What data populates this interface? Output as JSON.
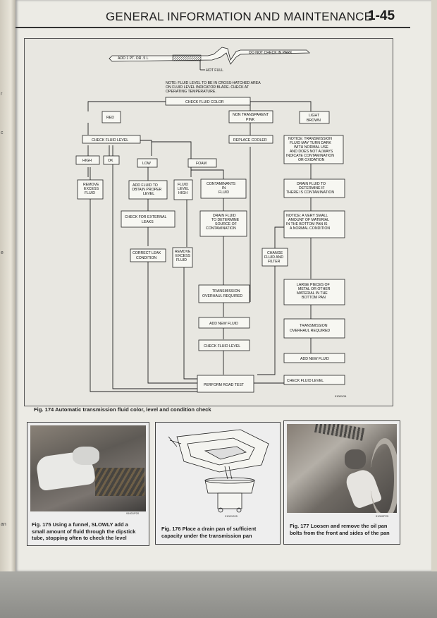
{
  "header": {
    "title": "GENERAL INFORMATION AND MAINTENANCE",
    "page_number": "1-45"
  },
  "dipstick": {
    "label_left": "ADD 1 PT. OR .5 L",
    "label_right": "DO NOT CHECK IN PARK",
    "hot_full": "HOT FULL"
  },
  "note": [
    "NOTE: FLUID LEVEL TO BE IN CROSS-HATCHED AREA",
    "ON FLUID LEVEL INDICATOR BLADE. CHECK AT",
    "OPERATING TEMPERATURE."
  ],
  "flow": {
    "check_color": "CHECK FLUID COLOR",
    "red": "RED",
    "non_transparent_pink": [
      "NON TRANSPARENT",
      "PINK"
    ],
    "light_brown": [
      "LIGHT",
      "BROWN"
    ],
    "check_level_top": "CHECK FLUID LEVEL",
    "replace_cooler": "REPLACE COOLER",
    "notice_darken": [
      "NOTICE: TRANSMISSION",
      "FLUID MAY TURN DARK",
      "WITH NORMAL USE",
      "AND DOES NOT ALWAYS",
      "INDICATE CONTAMINATION",
      "OR OXIDATION"
    ],
    "high": "HIGH",
    "ok": "OK",
    "low": "LOW",
    "foam": "FOAM",
    "remove_excess_1": [
      "REMOVE",
      "EXCESS",
      "FLUID"
    ],
    "add_fluid_proper": [
      "ADD FLUID TO",
      "OBTAIN PROPER",
      "LEVEL"
    ],
    "fluid_level_high": [
      "FLUID",
      "LEVEL",
      "HIGH"
    ],
    "contaminants": [
      "CONTAMINANTS",
      "IN",
      "FLUID"
    ],
    "drain_determine_if": [
      "DRAIN FLUID TO",
      "DETERMINE IF",
      "THERE IS CONTAMINATION"
    ],
    "check_external_leaks": [
      "CHECK FOR EXTERNAL",
      "LEAKS"
    ],
    "drain_determine_source": [
      "DRAIN FLUID",
      "TO DETERMINE",
      "SOURCE OF",
      "CONTAMINATION"
    ],
    "notice_small": [
      "NOTICE: A VERY SMALL",
      "AMOUNT OF MATERIAL",
      "IN THE BOTTOM PAN IS",
      "A NORMAL CONDITION"
    ],
    "correct_leak": [
      "CORRECT LEAK",
      "CONDITION"
    ],
    "remove_excess_2": [
      "REMOVE",
      "EXCESS",
      "FLUID"
    ],
    "change_fluid_filter": [
      "CHANGE",
      "FLUID AND",
      "FILTER"
    ],
    "large_pieces": [
      "LARGE PIECES OF",
      "METAL OR OTHER",
      "MATERIAL IN THE",
      "BOTTOM PAN"
    ],
    "overhaul_1": [
      "TRANSMISSION",
      "OVERHAUL REQUIRED"
    ],
    "overhaul_2": [
      "TRANSMISSION",
      "OVERHAUL REQUIRED"
    ],
    "add_new_fluid_1": "ADD NEW FLUID",
    "check_level_mid": "CHECK FLUID LEVEL",
    "add_new_fluid_2": "ADD NEW FLUID",
    "perform_road_test": "PERFORM ROAD TEST",
    "check_level_right": "CHECK FLUID LEVEL"
  },
  "fig174": {
    "code": "91001G4",
    "caption": "Fig. 174 Automatic transmission fluid color, level and condition check"
  },
  "fig175": {
    "code": "91001P20",
    "caption": [
      "Fig. 175 Using a funnel, SLOWLY add a",
      "small amount of fluid through the dipstick",
      "tube, stopping often to check the level"
    ]
  },
  "fig176": {
    "code": "91001205",
    "caption": [
      "Fig. 176 Place a drain pan of sufficient",
      "capacity under the transmission pan"
    ]
  },
  "fig177": {
    "code": "91002P25",
    "caption": [
      "Fig. 177 Loosen and remove the oil pan",
      "bolts from the front and sides of the pan"
    ]
  },
  "margin_marks": [
    "r",
    "c",
    "e",
    "an"
  ]
}
